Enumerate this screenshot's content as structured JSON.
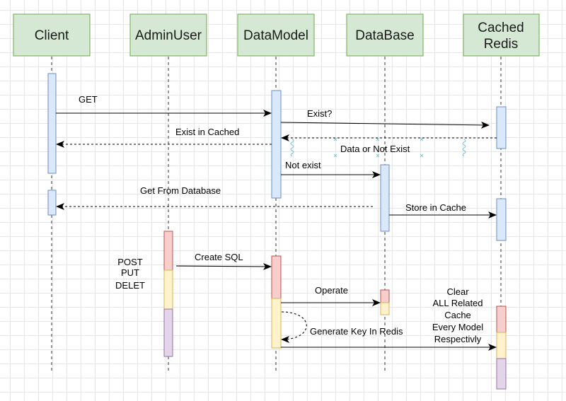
{
  "participants": [
    {
      "id": "client",
      "label": "Client"
    },
    {
      "id": "adminuser",
      "label": "AdminUser"
    },
    {
      "id": "datamodel",
      "label": "DataModel"
    },
    {
      "id": "database",
      "label": "DataBase"
    },
    {
      "id": "redis",
      "label": "Cached Redis",
      "lines": [
        "Cached",
        "Redis"
      ]
    }
  ],
  "messages": {
    "get": "GET",
    "exist_q": "Exist?",
    "exist_in_cached": "Exist in Cached",
    "data_or_not_exist": "Data or Not Exist",
    "not_exist": "Not exist",
    "get_from_database": "Get From Database",
    "store_in_cache": "Store in Cache",
    "create_sql": "Create SQL",
    "operate": "Operate",
    "generate_key": "Generate Key In Redis"
  },
  "notes": {
    "admin_actions": [
      "POST",
      "PUT",
      "DELET"
    ],
    "clear_cache": [
      "Clear",
      "ALL Related",
      "Cache",
      "Every Model",
      "Respectivly"
    ]
  },
  "colors": {
    "header_fill": "#d5e8d4",
    "header_stroke": "#82b366",
    "blue_fill": "#dae8fc",
    "blue_stroke": "#6c8ebf",
    "red_fill": "#f8cecc",
    "red_stroke": "#b85450",
    "yellow_fill": "#fff2cc",
    "yellow_stroke": "#d6b656",
    "purple_fill": "#e1d5e7",
    "purple_stroke": "#9673a6",
    "squiggle": "#7ec3d9"
  }
}
